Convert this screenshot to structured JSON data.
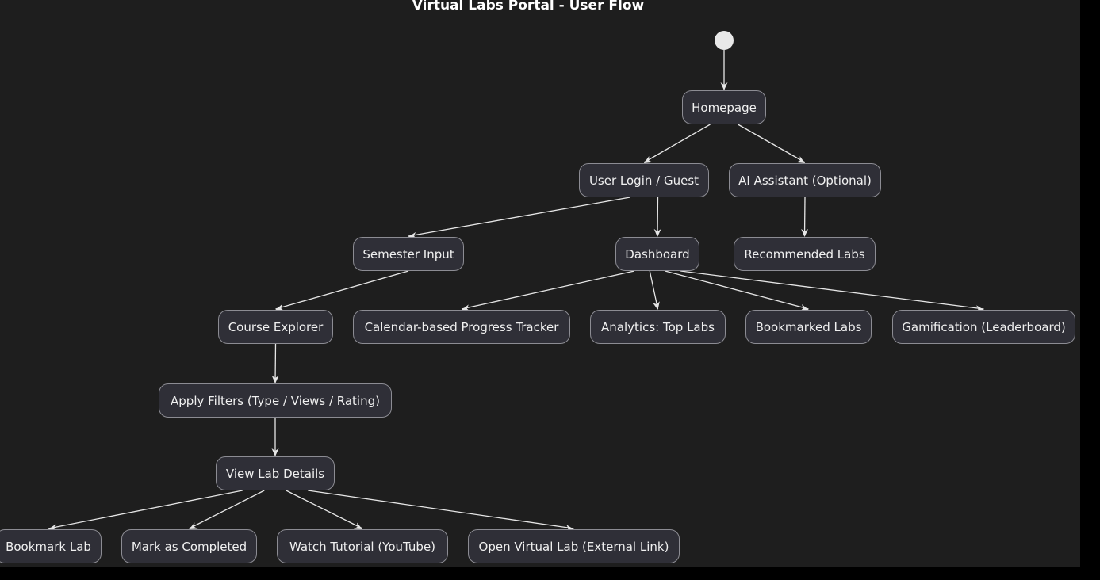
{
  "diagram": {
    "title": "Virtual Labs Portal - User Flow",
    "nodes": {
      "homepage": "Homepage",
      "login": "User Login / Guest",
      "ai_assistant": "AI Assistant (Optional)",
      "semester": "Semester Input",
      "dashboard": "Dashboard",
      "recommended": "Recommended Labs",
      "course_explorer": "Course Explorer",
      "calendar_tracker": "Calendar-based Progress Tracker",
      "analytics": "Analytics: Top Labs",
      "bookmarked_labs": "Bookmarked Labs",
      "gamification": "Gamification (Leaderboard)",
      "filters": "Apply Filters (Type / Views / Rating)",
      "lab_details": "View Lab Details",
      "bookmark_lab": "Bookmark Lab",
      "mark_completed": "Mark as Completed",
      "watch_tutorial": "Watch Tutorial (YouTube)",
      "open_lab": "Open Virtual Lab (External Link)"
    },
    "edges": [
      [
        "start",
        "homepage"
      ],
      [
        "homepage",
        "login"
      ],
      [
        "homepage",
        "ai_assistant"
      ],
      [
        "login",
        "semester"
      ],
      [
        "login",
        "dashboard"
      ],
      [
        "ai_assistant",
        "recommended"
      ],
      [
        "semester",
        "course_explorer"
      ],
      [
        "dashboard",
        "calendar_tracker"
      ],
      [
        "dashboard",
        "analytics"
      ],
      [
        "dashboard",
        "bookmarked_labs"
      ],
      [
        "dashboard",
        "gamification"
      ],
      [
        "course_explorer",
        "filters"
      ],
      [
        "filters",
        "lab_details"
      ],
      [
        "lab_details",
        "bookmark_lab"
      ],
      [
        "lab_details",
        "mark_completed"
      ],
      [
        "lab_details",
        "watch_tutorial"
      ],
      [
        "lab_details",
        "open_lab"
      ]
    ],
    "colors": {
      "background": "#1e1e1e",
      "node_fill": "#2f2f37",
      "node_border": "#8c8c93",
      "edge": "#e6e6e6",
      "text": "#f0f0f0"
    }
  }
}
